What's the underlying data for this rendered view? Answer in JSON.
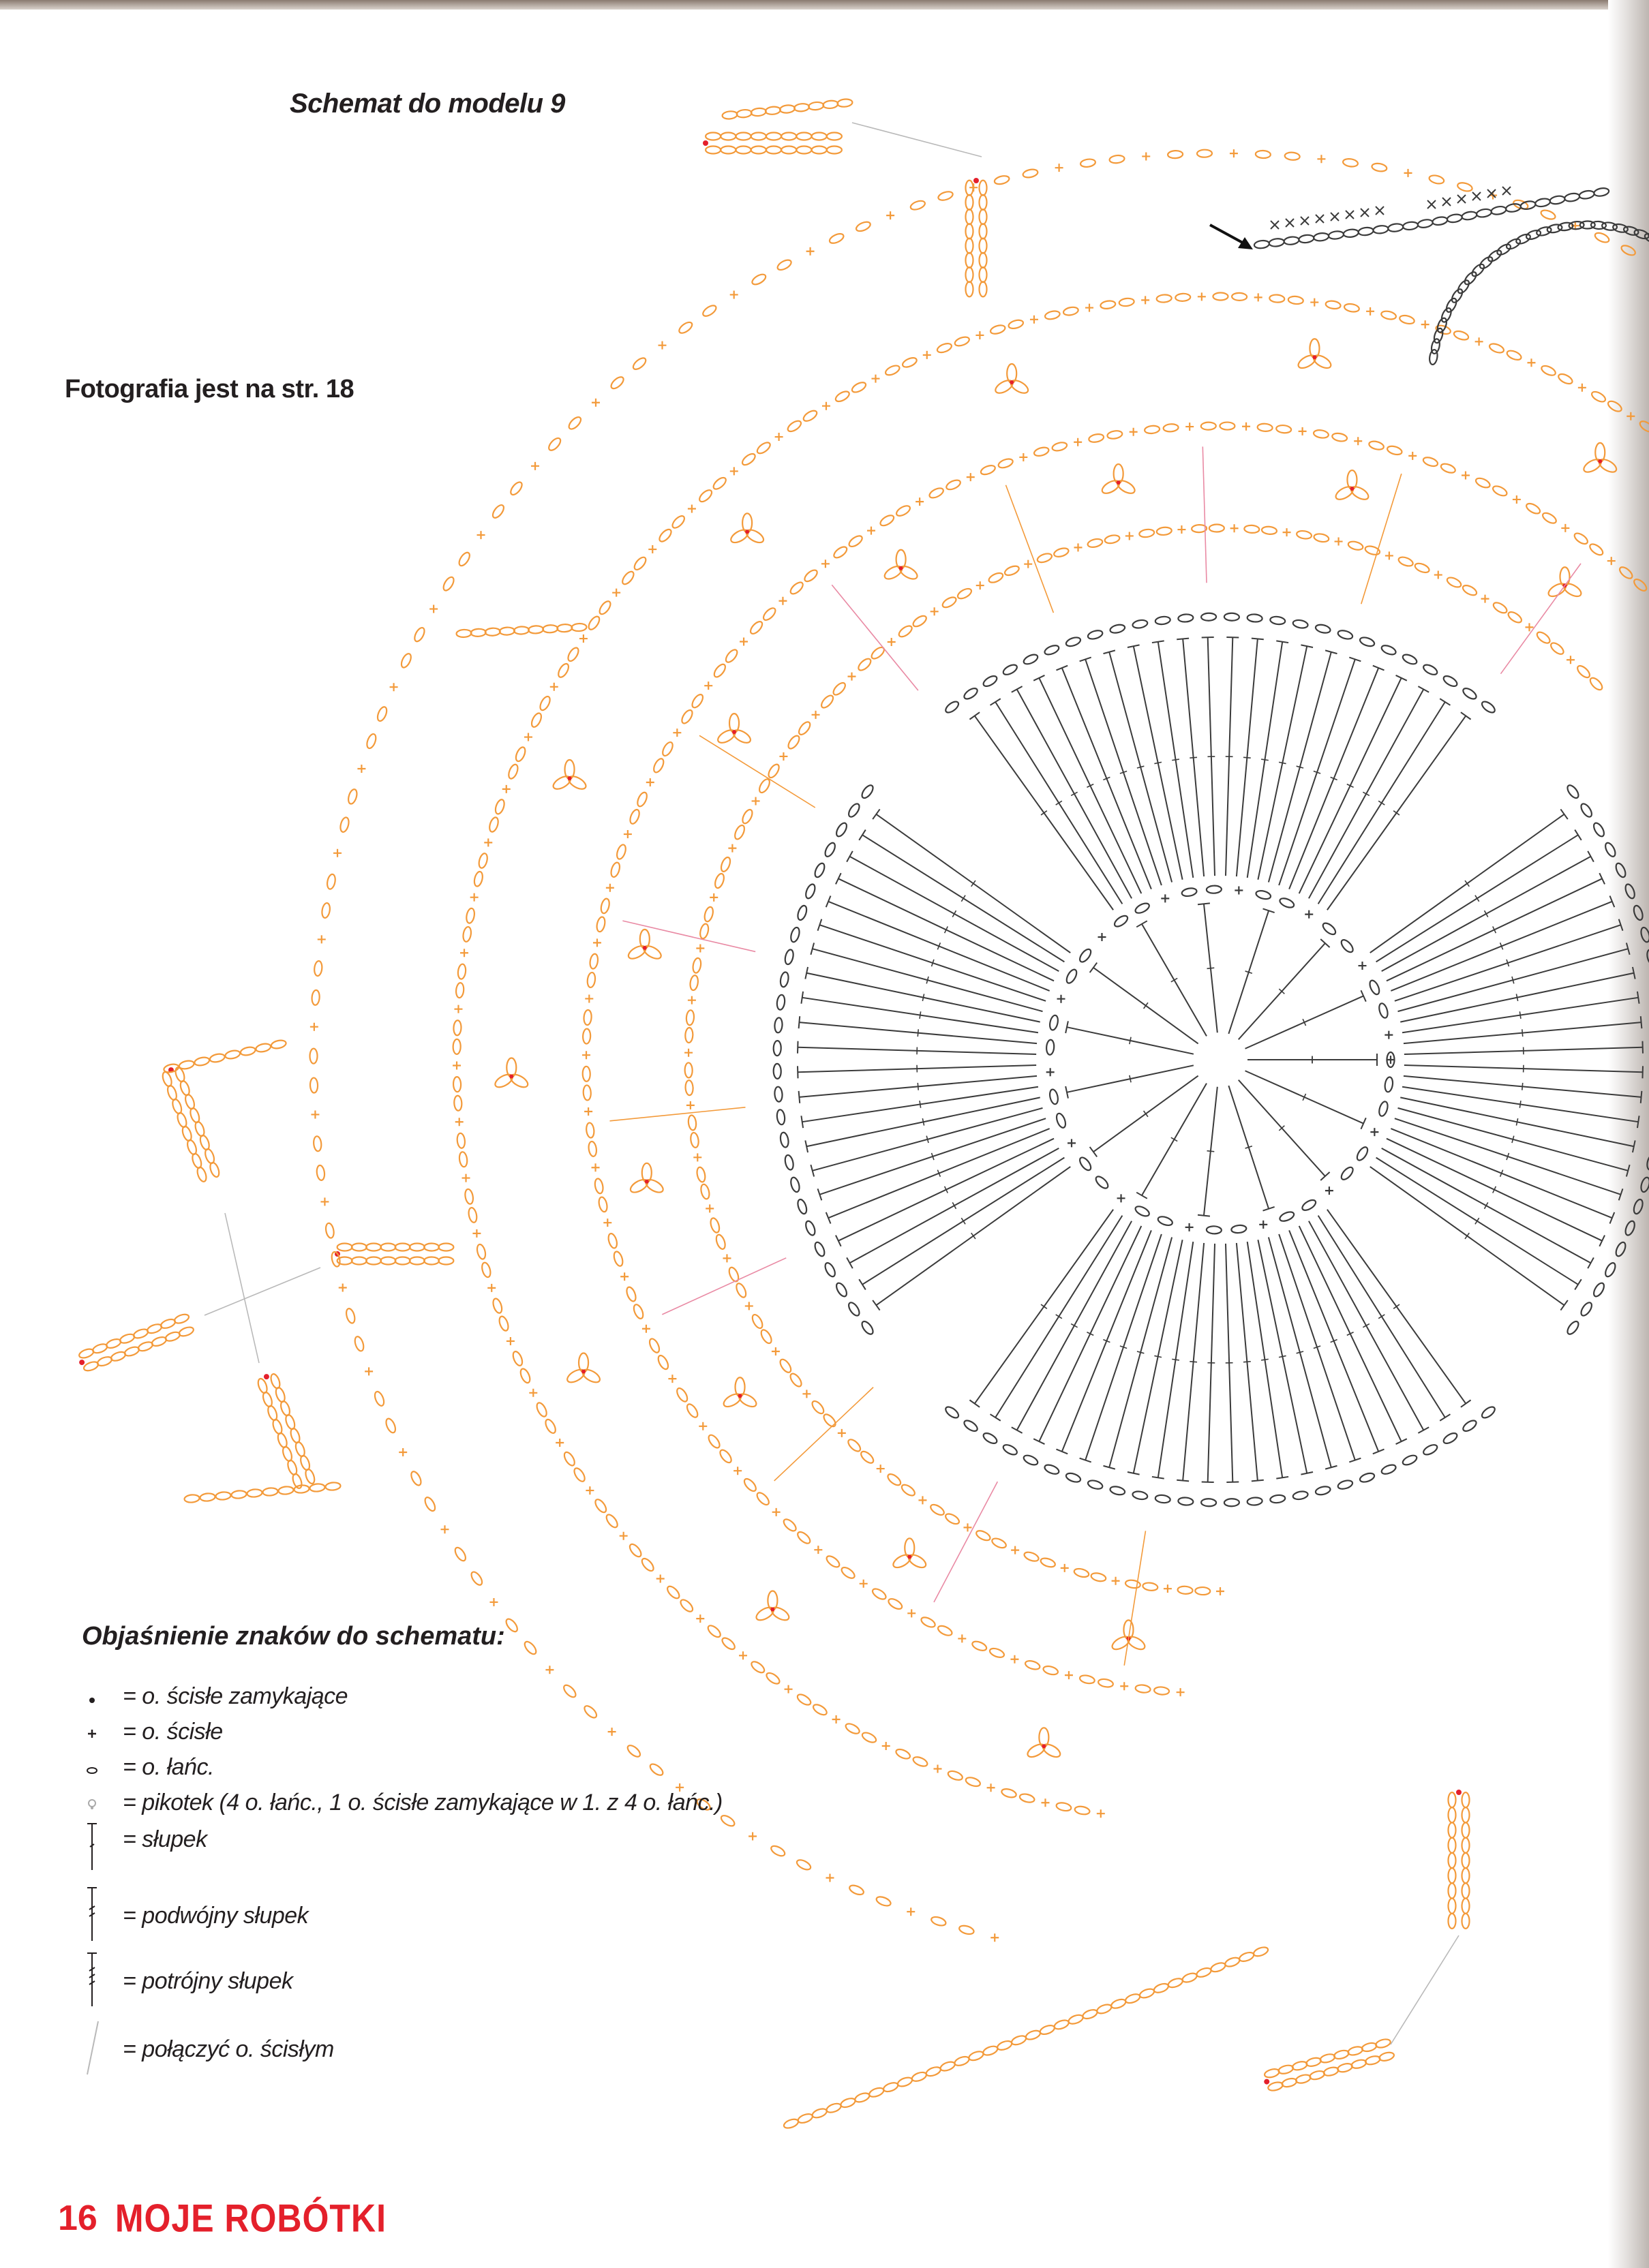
{
  "page": {
    "title": "Schemat  do modelu 9",
    "photo_ref": "Fotografia  jest na str. 18",
    "page_number": "16",
    "magazine": "MOJE ROBÓTKI"
  },
  "legend": {
    "title": "Objaśnienie znaków do schematu:",
    "items": [
      {
        "icon": "dot-icon",
        "text": "= o. ścisłe zamykające"
      },
      {
        "icon": "plus-icon",
        "text": "= o. ścisłe"
      },
      {
        "icon": "oval-icon",
        "text": "= o. łańc."
      },
      {
        "icon": "picot-icon",
        "text": "= pikotek (4 o. łańc., 1 o. ścisłe zamykające w 1. z 4 o. łańc.)"
      },
      {
        "icon": "treble-icon",
        "text": "= słupek"
      },
      {
        "icon": "double-treble-icon",
        "text": "= podwójny słupek"
      },
      {
        "icon": "triple-treble-icon",
        "text": "= potrójny słupek"
      },
      {
        "icon": "join-line-icon",
        "text": "= połączyć o. ścisłym"
      }
    ]
  },
  "colors": {
    "orange": "#f39a3a",
    "red": "#e4202b",
    "dark": "#3b3b3b",
    "pink": "#e98aa4",
    "grey": "#b9b9b9"
  }
}
